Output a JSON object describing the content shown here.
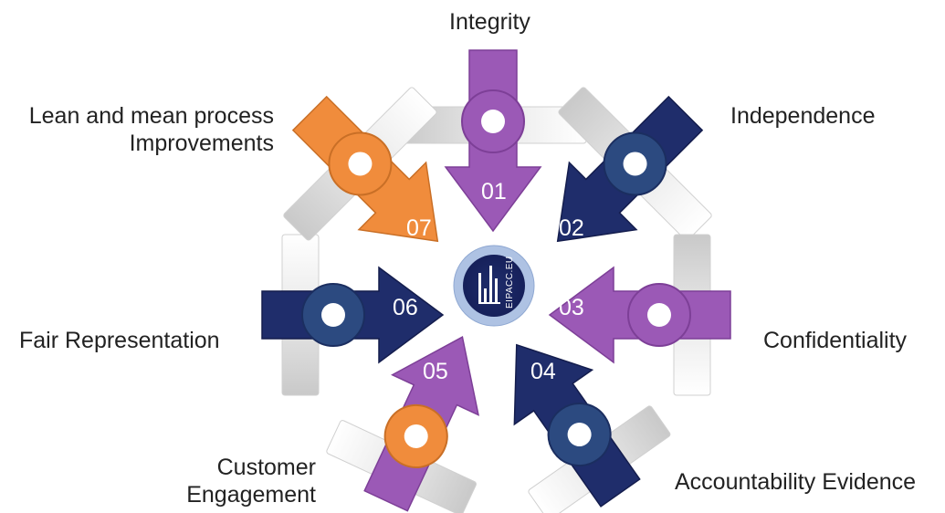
{
  "center": {
    "logo_text": "EIPACC.EU"
  },
  "items": [
    {
      "number": "01",
      "label": "Integrity",
      "color": "#9b59b6"
    },
    {
      "number": "02",
      "label": "Independence",
      "color": "#1f2d6b"
    },
    {
      "number": "03",
      "label": "Confidentiality",
      "color": "#9b59b6"
    },
    {
      "number": "04",
      "label": "Accountability Evidence",
      "color": "#1f2d6b"
    },
    {
      "number": "05",
      "label": "Customer Engagement",
      "color": "#9b59b6"
    },
    {
      "number": "06",
      "label": "Fair Representation",
      "color": "#1f2d6b"
    },
    {
      "number": "07",
      "label": "Lean and mean process Improvements",
      "color": "#f08c3c"
    }
  ],
  "labels": {
    "integrity": "Integrity",
    "independence": "Independence",
    "confidentiality": "Confidentiality",
    "accountability": "Accountability Evidence",
    "customer_line1": "Customer",
    "customer_line2": "Engagement",
    "fair": "Fair Representation",
    "lean_line1": "Lean and mean process",
    "lean_line2": "Improvements"
  }
}
